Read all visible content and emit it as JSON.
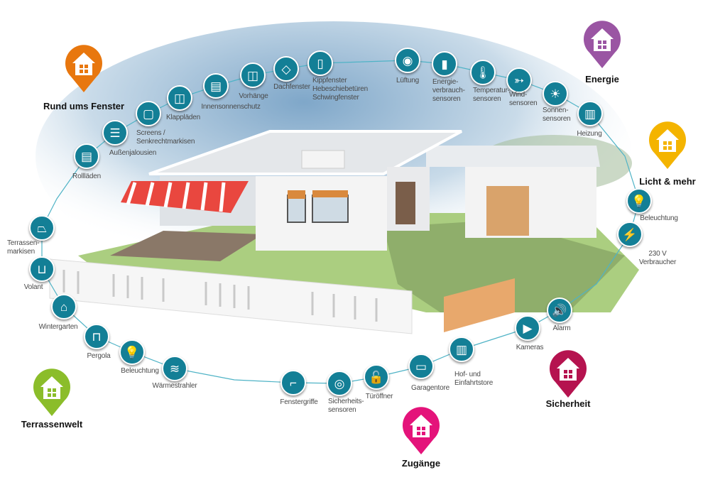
{
  "categories": [
    {
      "label": "Rund ums Fenster",
      "color": "#e8770e"
    },
    {
      "label": "Energie",
      "color": "#9a55a3"
    },
    {
      "label": "Licht & mehr",
      "color": "#f4b400"
    },
    {
      "label": "Sicherheit",
      "color": "#b5134f"
    },
    {
      "label": "Zugänge",
      "color": "#e4137a"
    },
    {
      "label": "Terrassenwelt",
      "color": "#8bbd2a"
    }
  ],
  "nodes": [
    {
      "label": "Rollläden",
      "icon": "roller-shutter-icon"
    },
    {
      "label": "Außenjalousien",
      "icon": "venetian-blind-icon"
    },
    {
      "label": "Screens /\nSenkrechtmarkisen",
      "icon": "screen-icon"
    },
    {
      "label": "Klappläden",
      "icon": "shutters-icon"
    },
    {
      "label": "Innensonnenschutz",
      "icon": "interior-blind-icon"
    },
    {
      "label": "Vorhänge",
      "icon": "curtain-icon"
    },
    {
      "label": "Dachfenster",
      "icon": "roof-window-icon"
    },
    {
      "label": "Kippfenster\nHebeschiebetüren\nSchwingfenster",
      "icon": "window-icon"
    },
    {
      "label": "Lüftung",
      "icon": "ventilation-icon"
    },
    {
      "label": "Energie-\nverbrauch-\nsensoren",
      "icon": "energy-bars-icon"
    },
    {
      "label": "Temperatur-\nsensoren",
      "icon": "thermometer-icon"
    },
    {
      "label": "Wind-\nsensoren",
      "icon": "windsock-icon"
    },
    {
      "label": "Sonnen-\nsensoren",
      "icon": "sun-icon"
    },
    {
      "label": "Heizung",
      "icon": "radiator-icon"
    },
    {
      "label": "Beleuchtung",
      "icon": "light-bulb-icon"
    },
    {
      "label": "230 V Verbraucher",
      "icon": "plug-icon"
    },
    {
      "label": "Alarm",
      "icon": "speaker-icon"
    },
    {
      "label": "Kameras",
      "icon": "camera-icon"
    },
    {
      "label": "Hof- und\nEinfahrtstore",
      "icon": "gate-icon"
    },
    {
      "label": "Garagentore",
      "icon": "garage-door-icon"
    },
    {
      "label": "Türöffner",
      "icon": "door-lock-icon"
    },
    {
      "label": "Sicherheits-\nsensoren",
      "icon": "security-sensor-icon"
    },
    {
      "label": "Fenstergriffe",
      "icon": "window-handle-icon"
    },
    {
      "label": "Wärmestrahler",
      "icon": "heater-icon"
    },
    {
      "label": "Beleuchtung",
      "icon": "light-bulb-icon"
    },
    {
      "label": "Pergola",
      "icon": "pergola-icon"
    },
    {
      "label": "Wintergarten",
      "icon": "conservatory-icon"
    },
    {
      "label": "Volant",
      "icon": "valance-icon"
    },
    {
      "label": "Terrassen-\nmarkisen",
      "icon": "awning-icon"
    }
  ]
}
